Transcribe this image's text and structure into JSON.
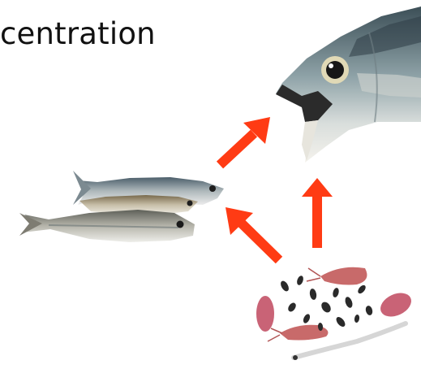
{
  "slide": {
    "title_fragment": "centration"
  },
  "diagram": {
    "arrow_color": "#ff3b14",
    "nodes": [
      "sardines",
      "large-fish-head",
      "plankton"
    ],
    "edges": [
      {
        "from": "sardines",
        "to": "large-fish-head"
      },
      {
        "from": "plankton",
        "to": "sardines"
      },
      {
        "from": "plankton",
        "to": "large-fish-head"
      }
    ]
  }
}
